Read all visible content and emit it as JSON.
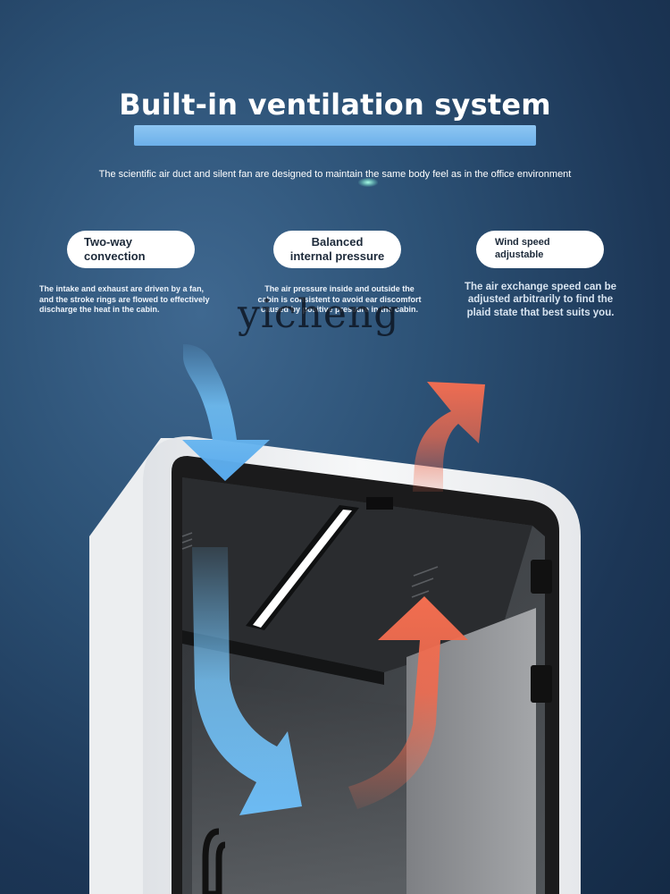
{
  "header": {
    "title": "Built-in ventilation system",
    "subtitle": "The scientific air duct and silent fan are designed to maintain the same body feel as in the office environment"
  },
  "features": [
    {
      "label": "Two-way\nconvection",
      "description": "The intake and exhaust are driven by a fan,\nand the stroke rings are flowed to effectively\ndischarge the heat in the cabin."
    },
    {
      "label": "Balanced\ninternal pressure",
      "description": "The air pressure inside and outside the\ncabin is consistent to avoid ear discomfort\ncaused by positive pressure in the cabin."
    },
    {
      "label": "Wind speed\nadjustable",
      "description": "The air exchange speed can be\nadjusted arbitrarily to find the\nplaid state that best suits you."
    }
  ],
  "watermark": "yicheng",
  "colors": {
    "background": "#2c5175",
    "title_bar": "#7bbcee",
    "intake_arrow": "#6fbdf2",
    "exhaust_arrow": "#ef6a4e",
    "cabin_shell": "#f4f5f6",
    "cabin_frame": "#1b1b1c",
    "cabin_panel": "#8f9093"
  },
  "icons": {
    "intake": "arrow-down-icon",
    "exhaust": "arrow-up-icon",
    "light": "led-strip-icon"
  }
}
